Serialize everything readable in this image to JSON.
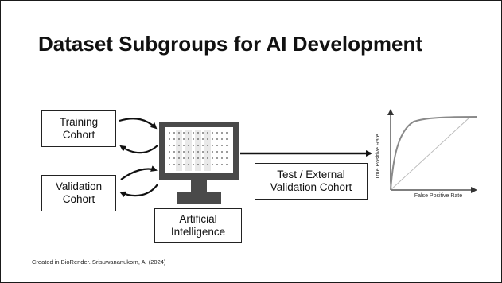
{
  "slide": {
    "title": "Dataset Subgroups for AI Development",
    "footer": "Created in BioRender. Srisuwananukorn, A. (2024)"
  },
  "boxes": {
    "training": [
      "Training",
      "Cohort"
    ],
    "validation": [
      "Validation",
      "Cohort"
    ],
    "ai": [
      "Artificial",
      "Intelligence"
    ],
    "test": [
      "Test / External",
      "Validation Cohort"
    ]
  },
  "roc": {
    "ylabel": "True Positive Rate",
    "xlabel": "False Positive Rate"
  },
  "icons": [
    "computer-monitor-icon",
    "cycle-arrow-icon",
    "roc-curve-icon"
  ],
  "colors": {
    "border": "#222222",
    "monitor": "#4a4a4a",
    "screen": "#ffffff",
    "roc_curve": "#8a8a8a"
  }
}
